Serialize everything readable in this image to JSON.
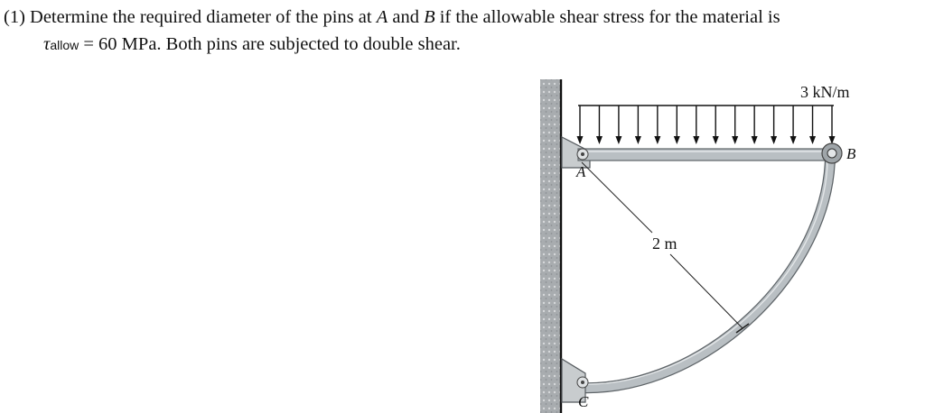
{
  "problem": {
    "number": "(1)",
    "text_before_A": "Determine the required diameter of the pins at",
    "point_A": "A",
    "and_word": "and",
    "point_B": "B",
    "text_after_B": "if the allowable shear stress for the material is",
    "tau_symbol": "τ",
    "tau_subscript": "allow",
    "tau_value": "= 60 MPa. Both pins are subjected to double shear."
  },
  "figure": {
    "load_label": "3 kN/m",
    "radius_label": "2 m",
    "label_A": "A",
    "label_B": "B",
    "label_C": "C",
    "load_arrow_count": 14
  },
  "colors": {
    "member_fill": "#b9bfc3",
    "member_stroke": "#5e6468",
    "wall": "#a8acaf",
    "bracket": "#c8ccce"
  }
}
